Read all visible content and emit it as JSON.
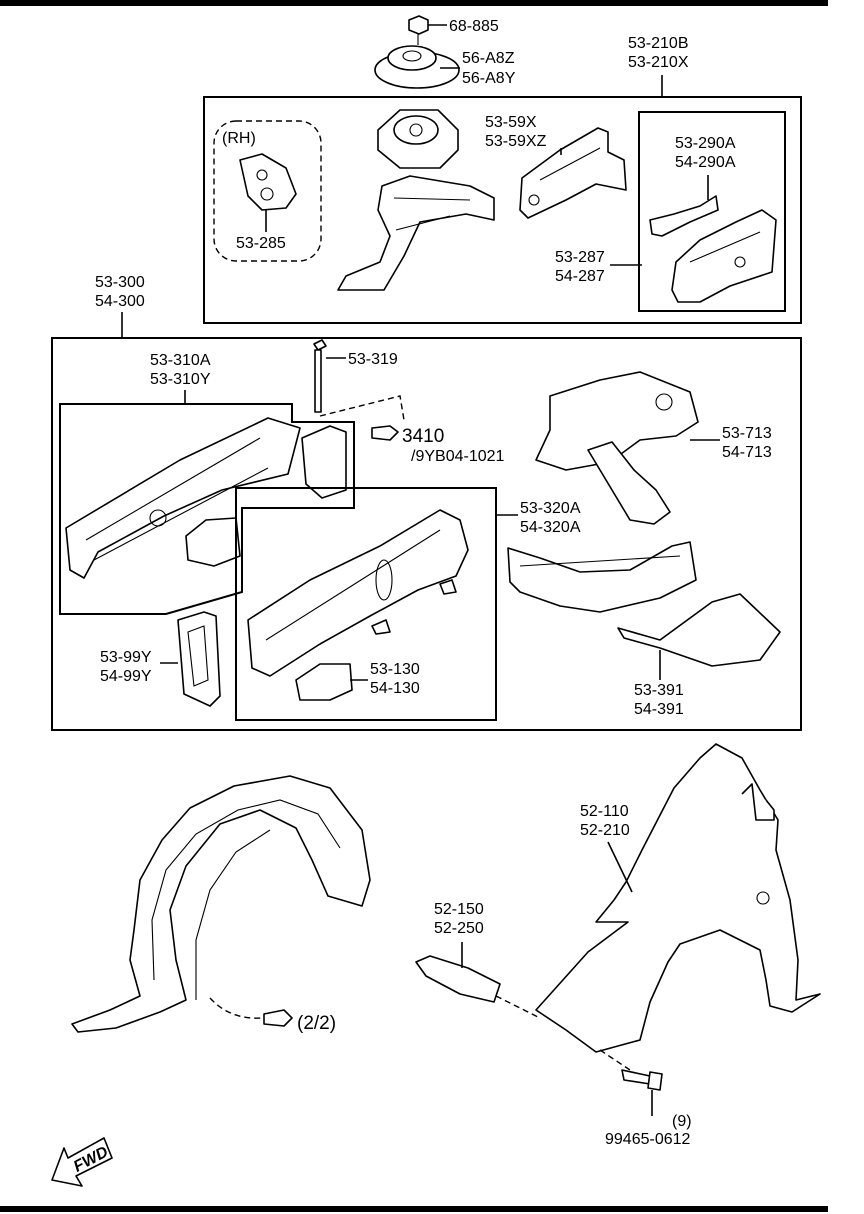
{
  "labels": {
    "p68885": "68-885",
    "p56a8z": "56-A8Z",
    "p56a8y": "56-A8Y",
    "p53210b": "53-210B",
    "p53210x": "53-210X",
    "rh": "(RH)",
    "p53285": "53-285",
    "p5359x": "53-59X",
    "p5359xz": "53-59XZ",
    "p53290a": "53-290A",
    "p54290a": "54-290A",
    "p53287": "53-287",
    "p54287": "54-287",
    "p53300": "53-300",
    "p54300": "54-300",
    "p53310a": "53-310A",
    "p53310y": "53-310Y",
    "p53319": "53-319",
    "p3410": "3410",
    "p9yb04": "/9YB04-1021",
    "p53713": "53-713",
    "p54713": "54-713",
    "p53320a": "53-320A",
    "p54320a": "54-320A",
    "p5399y": "53-99Y",
    "p5499y": "54-99Y",
    "p53130": "53-130",
    "p54130": "54-130",
    "p53391": "53-391",
    "p54391": "54-391",
    "p52110": "52-110",
    "p52210": "52-210",
    "p52150": "52-150",
    "p52250": "52-250",
    "p22": "(2/2)",
    "p9": "(9)",
    "p99465": "99465-0612",
    "fwd": "FWD"
  }
}
